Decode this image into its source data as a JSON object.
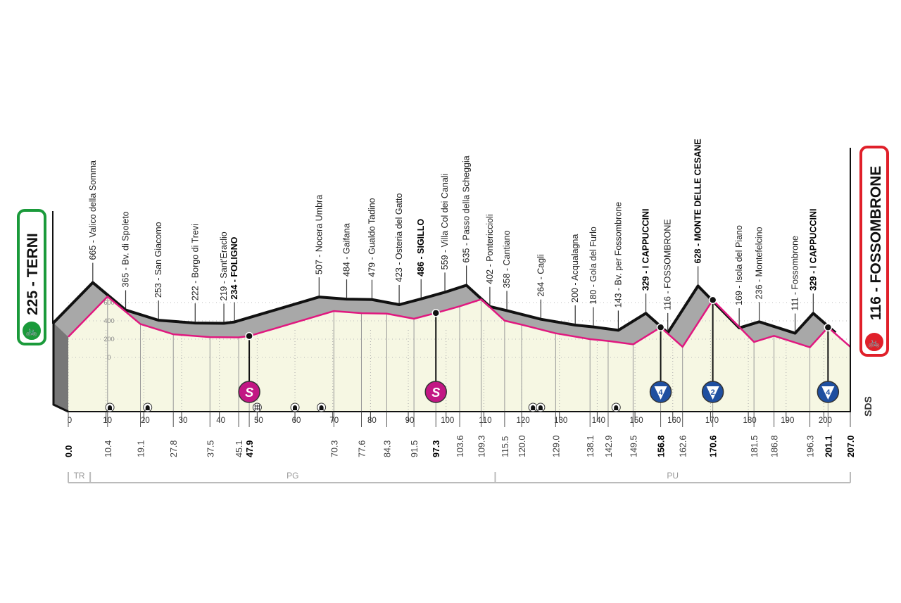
{
  "chart_data": {
    "type": "area",
    "title": "",
    "xlabel": "",
    "ylabel": "",
    "xlim": [
      0,
      207
    ],
    "x_ticks": [
      0,
      10,
      20,
      30,
      40,
      50,
      60,
      70,
      80,
      90,
      100,
      110,
      120,
      130,
      140,
      150,
      160,
      170,
      180,
      190,
      200
    ],
    "y_ticks": [
      "600",
      "400",
      "200",
      "0"
    ],
    "start": {
      "label": "225 - TERNI",
      "color": "#1a9a3a"
    },
    "finish": {
      "label": "116 - FOSSOMBRONE",
      "color": "#e0202a"
    },
    "colors": {
      "profile_line": "#e0187f",
      "profile_shadow": "#a8a8a8",
      "plot_bg": "#f6f7e3",
      "kom": "#1f4fa0",
      "sprint": "#c21784"
    },
    "points": [
      {
        "km": 0.0,
        "alt": 225,
        "name": "",
        "bold": true
      },
      {
        "km": 10.4,
        "alt": 665,
        "name": "665 - Valico della Somma",
        "bold": false
      },
      {
        "km": 19.1,
        "alt": 365,
        "name": "365 - Bv. di Spoleto",
        "bold": false
      },
      {
        "km": 27.8,
        "alt": 253,
        "name": "253 - San Giacomo",
        "bold": false
      },
      {
        "km": 37.5,
        "alt": 222,
        "name": "222 - Borgo di Trevi",
        "bold": false
      },
      {
        "km": 45.1,
        "alt": 219,
        "name": "219 - Sant'Eraclio",
        "bold": false
      },
      {
        "km": 47.9,
        "alt": 234,
        "name": "234 - FOLIGNO",
        "bold": true
      },
      {
        "km": 70.3,
        "alt": 507,
        "name": "507 - Nocera Umbra",
        "bold": false
      },
      {
        "km": 77.6,
        "alt": 484,
        "name": "484 - Gaifana",
        "bold": false
      },
      {
        "km": 84.3,
        "alt": 479,
        "name": "479 - Gualdo Tadino",
        "bold": false
      },
      {
        "km": 91.5,
        "alt": 423,
        "name": "423 - Osteria del Gatto",
        "bold": false
      },
      {
        "km": 97.3,
        "alt": 486,
        "name": "486 - SIGILLO",
        "bold": true
      },
      {
        "km": 103.6,
        "alt": 559,
        "name": "559 - Villa Col dei Canali",
        "bold": false
      },
      {
        "km": 109.3,
        "alt": 635,
        "name": "635 - Passo della Scheggia",
        "bold": false
      },
      {
        "km": 115.5,
        "alt": 402,
        "name": "402 - Pontericcioli",
        "bold": false
      },
      {
        "km": 120.0,
        "alt": 358,
        "name": "358 - Cantiano",
        "bold": false
      },
      {
        "km": 129.0,
        "alt": 264,
        "name": "264 - Cagli",
        "bold": false
      },
      {
        "km": 138.1,
        "alt": 200,
        "name": "200 - Acqualagna",
        "bold": false
      },
      {
        "km": 142.9,
        "alt": 180,
        "name": "180 - Gola del Furlo",
        "bold": false
      },
      {
        "km": 149.5,
        "alt": 143,
        "name": "143 - Bv. per Fossombrone",
        "bold": false
      },
      {
        "km": 156.8,
        "alt": 329,
        "name": "329 - I CAPPUCCINI",
        "bold": true
      },
      {
        "km": 162.6,
        "alt": 116,
        "name": "116 - FOSSOMBRONE",
        "bold": false
      },
      {
        "km": 170.6,
        "alt": 628,
        "name": "628 - MONTE DELLE CESANE",
        "bold": true
      },
      {
        "km": 181.5,
        "alt": 169,
        "name": "169 - Isola del Piano",
        "bold": false
      },
      {
        "km": 186.8,
        "alt": 236,
        "name": "236 - Montefelcino",
        "bold": false
      },
      {
        "km": 196.3,
        "alt": 111,
        "name": "111 - Fossombrone",
        "bold": false
      },
      {
        "km": 201.1,
        "alt": 329,
        "name": "329 - I CAPPUCCINI",
        "bold": true
      },
      {
        "km": 207.0,
        "alt": 116,
        "name": "",
        "bold": true
      }
    ],
    "km_labels": [
      "0.0",
      "10.4",
      "19.1",
      "27.8",
      "37.5",
      "45.1",
      "47.9",
      "70.3",
      "77.6",
      "84.3",
      "91.5",
      "97.3",
      "103.6",
      "109.3",
      "115.5",
      "120.0",
      "129.0",
      "138.1",
      "142.9",
      "149.5",
      "156.8",
      "162.6",
      "170.6",
      "181.5",
      "186.8",
      "196.3",
      "201.1",
      "207.0"
    ],
    "sprints": [
      {
        "km": 47.9,
        "label": "S"
      },
      {
        "km": 97.3,
        "label": "S"
      }
    ],
    "koms": [
      {
        "km": 156.8,
        "category": "4"
      },
      {
        "km": 170.6,
        "category": "2"
      },
      {
        "km": 201.1,
        "category": "4"
      }
    ],
    "tunnels_km": [
      11,
      21,
      60,
      67,
      123,
      125,
      145
    ],
    "railway_km": [
      50
    ],
    "regions": [
      {
        "label": "TR",
        "from": 0,
        "to": 5.8
      },
      {
        "label": "PG",
        "from": 5.8,
        "to": 113
      },
      {
        "label": "PU",
        "from": 113,
        "to": 207
      }
    ],
    "logo": "SDS"
  }
}
